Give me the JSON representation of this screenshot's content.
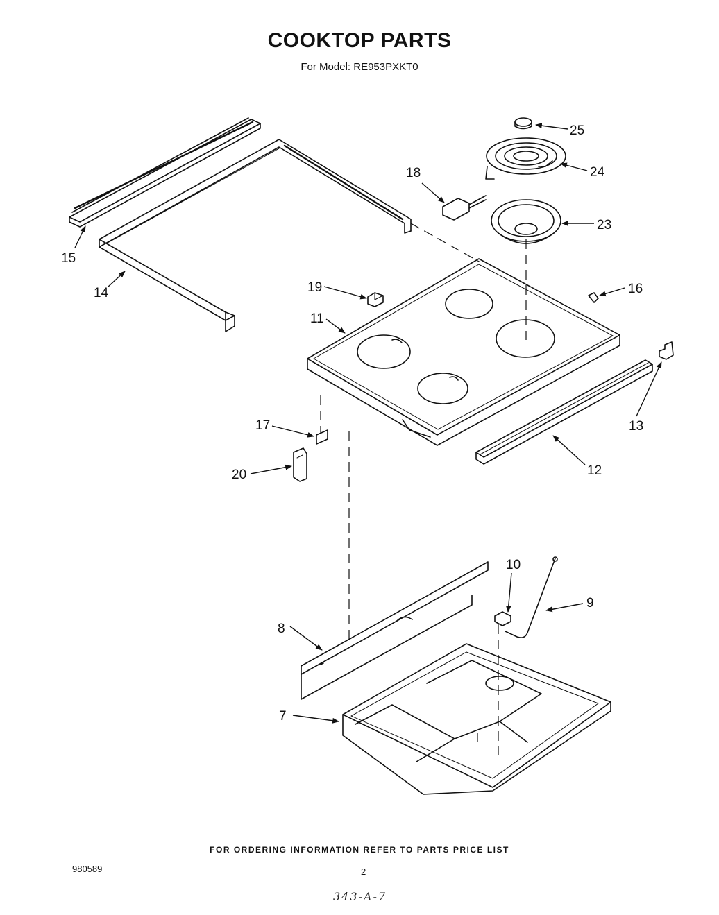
{
  "header": {
    "title": "COOKTOP PARTS",
    "subtitle": "For Model: RE953PXKT0"
  },
  "callouts": {
    "p7": "7",
    "p8": "8",
    "p9": "9",
    "p10": "10",
    "p11": "11",
    "p12": "12",
    "p13": "13",
    "p14": "14",
    "p15": "15",
    "p16": "16",
    "p17": "17",
    "p18": "18",
    "p19": "19",
    "p20": "20",
    "p23": "23",
    "p24": "24",
    "p25": "25"
  },
  "footer": {
    "note": "FOR ORDERING INFORMATION REFER TO PARTS PRICE LIST",
    "doc_number": "980589",
    "page_number": "2",
    "handwritten": "343-A-7"
  }
}
